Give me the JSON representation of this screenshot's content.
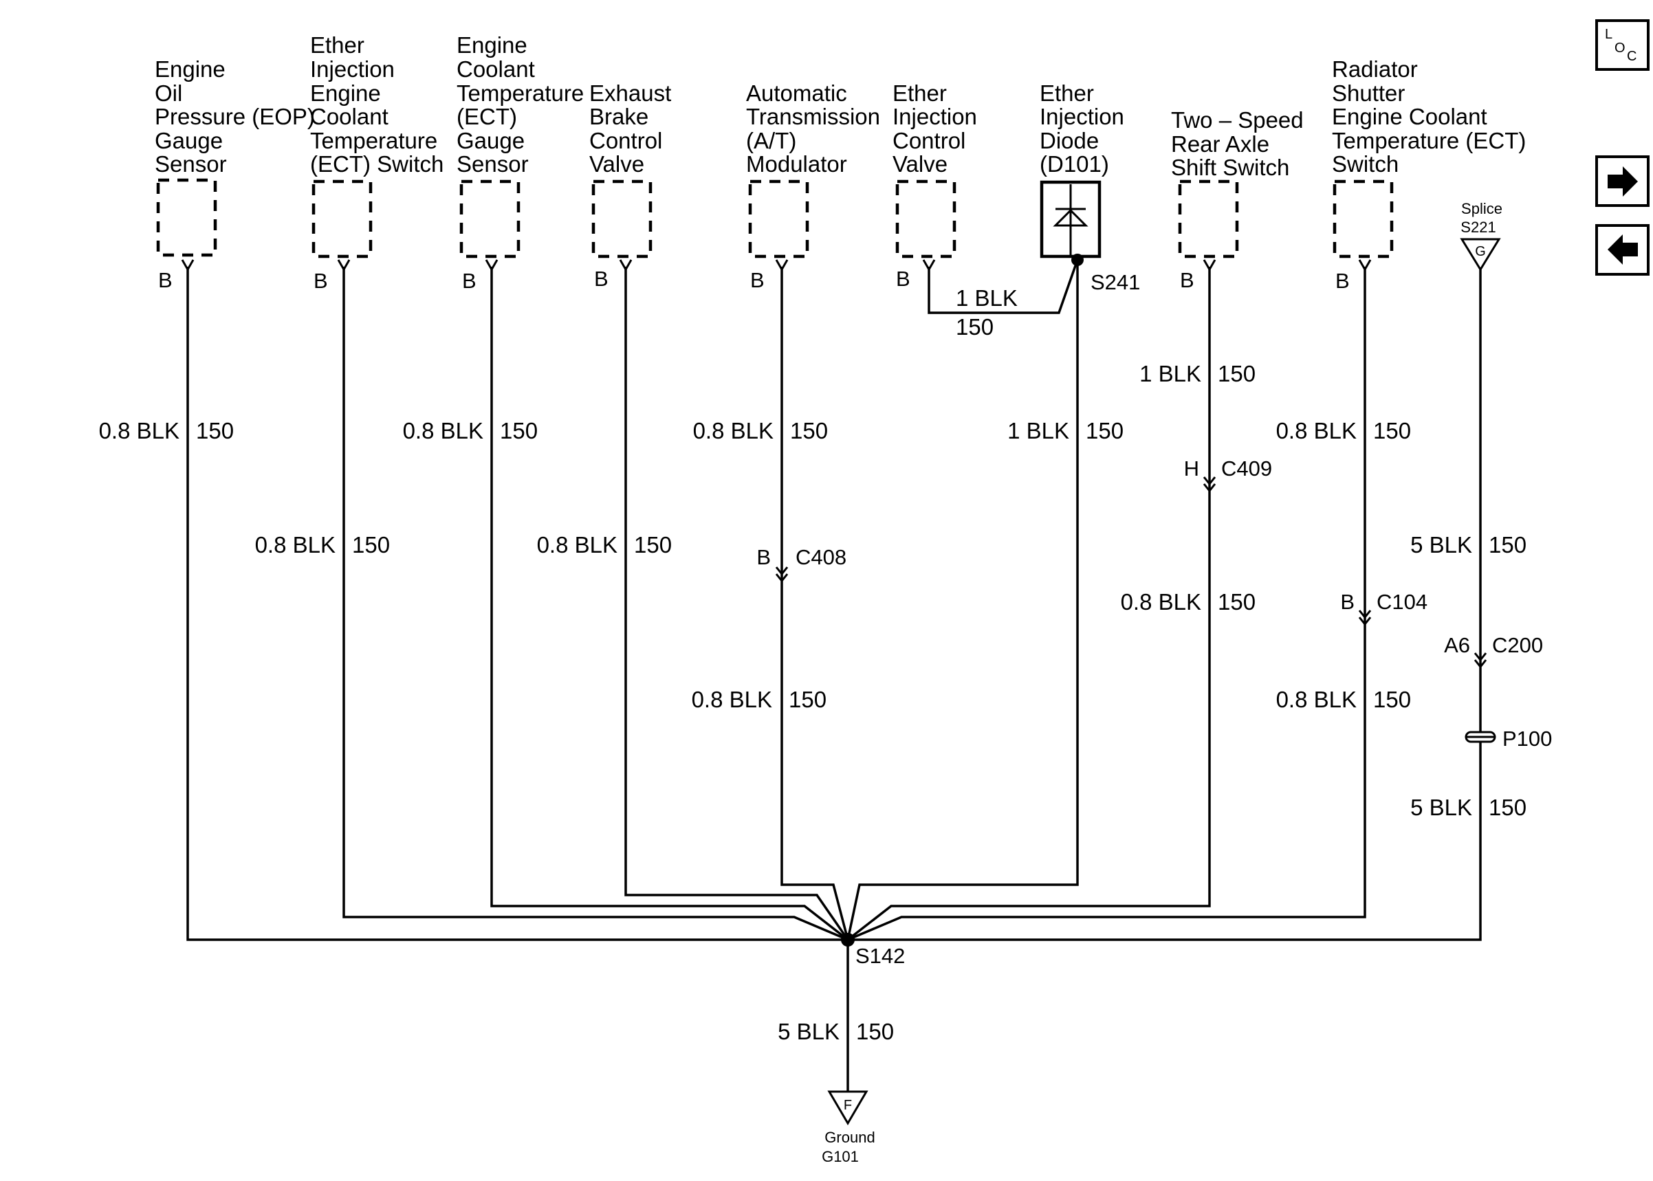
{
  "components": [
    {
      "id": "eop",
      "lines": [
        "Engine",
        "Oil",
        "Pressure (EOP)",
        "Gauge",
        "Sensor"
      ],
      "pin": "B"
    },
    {
      "id": "ether-ect",
      "lines": [
        "Ether",
        "Injection",
        "Engine",
        "Coolant",
        "Temperature",
        "(ECT) Switch"
      ],
      "pin": "B"
    },
    {
      "id": "ect-gauge",
      "lines": [
        "Engine",
        "Coolant",
        "Temperature",
        "(ECT)",
        "Gauge",
        "Sensor"
      ],
      "pin": "B"
    },
    {
      "id": "exhaust",
      "lines": [
        "Exhaust",
        "Brake",
        "Control",
        "Valve"
      ],
      "pin": "B"
    },
    {
      "id": "at-mod",
      "lines": [
        "Automatic",
        "Transmission",
        "(A/T)",
        "Modulator"
      ],
      "pin": "B"
    },
    {
      "id": "ether-valve",
      "lines": [
        "Ether",
        "Injection",
        "Control",
        "Valve"
      ],
      "pin": "B"
    },
    {
      "id": "diode",
      "lines": [
        "Ether",
        "Injection",
        "Diode",
        "(D101)"
      ]
    },
    {
      "id": "two-speed",
      "lines": [
        "Two –  Speed",
        "Rear Axle",
        "Shift Switch"
      ],
      "pin": "B"
    },
    {
      "id": "radiator",
      "lines": [
        "Radiator",
        "Shutter",
        "Engine Coolant",
        "Temperature (ECT)",
        "Switch"
      ],
      "pin": "B"
    }
  ],
  "wire_labels": {
    "w08": "0.8 BLK",
    "w1": "1 BLK",
    "w5": "5 BLK",
    "circuit": "150"
  },
  "connectors": {
    "c408": {
      "pin": "B",
      "name": "C408"
    },
    "c409": {
      "pin": "H",
      "name": "C409"
    },
    "c104": {
      "pin": "B",
      "name": "C104"
    },
    "c200": {
      "pin": "A6",
      "name": "C200"
    }
  },
  "splices": {
    "s241": "S241",
    "s142": "S142",
    "p100": "P100",
    "splice_s221": {
      "title": "Splice",
      "name": "S221",
      "letter": "G"
    }
  },
  "ground": {
    "title": "Ground",
    "name": "G101",
    "letter": "F"
  },
  "nav": {
    "loc": {
      "l": "L",
      "o": "O",
      "c": "C"
    },
    "forward_icon": "arrow-right",
    "back_icon": "arrow-left"
  }
}
